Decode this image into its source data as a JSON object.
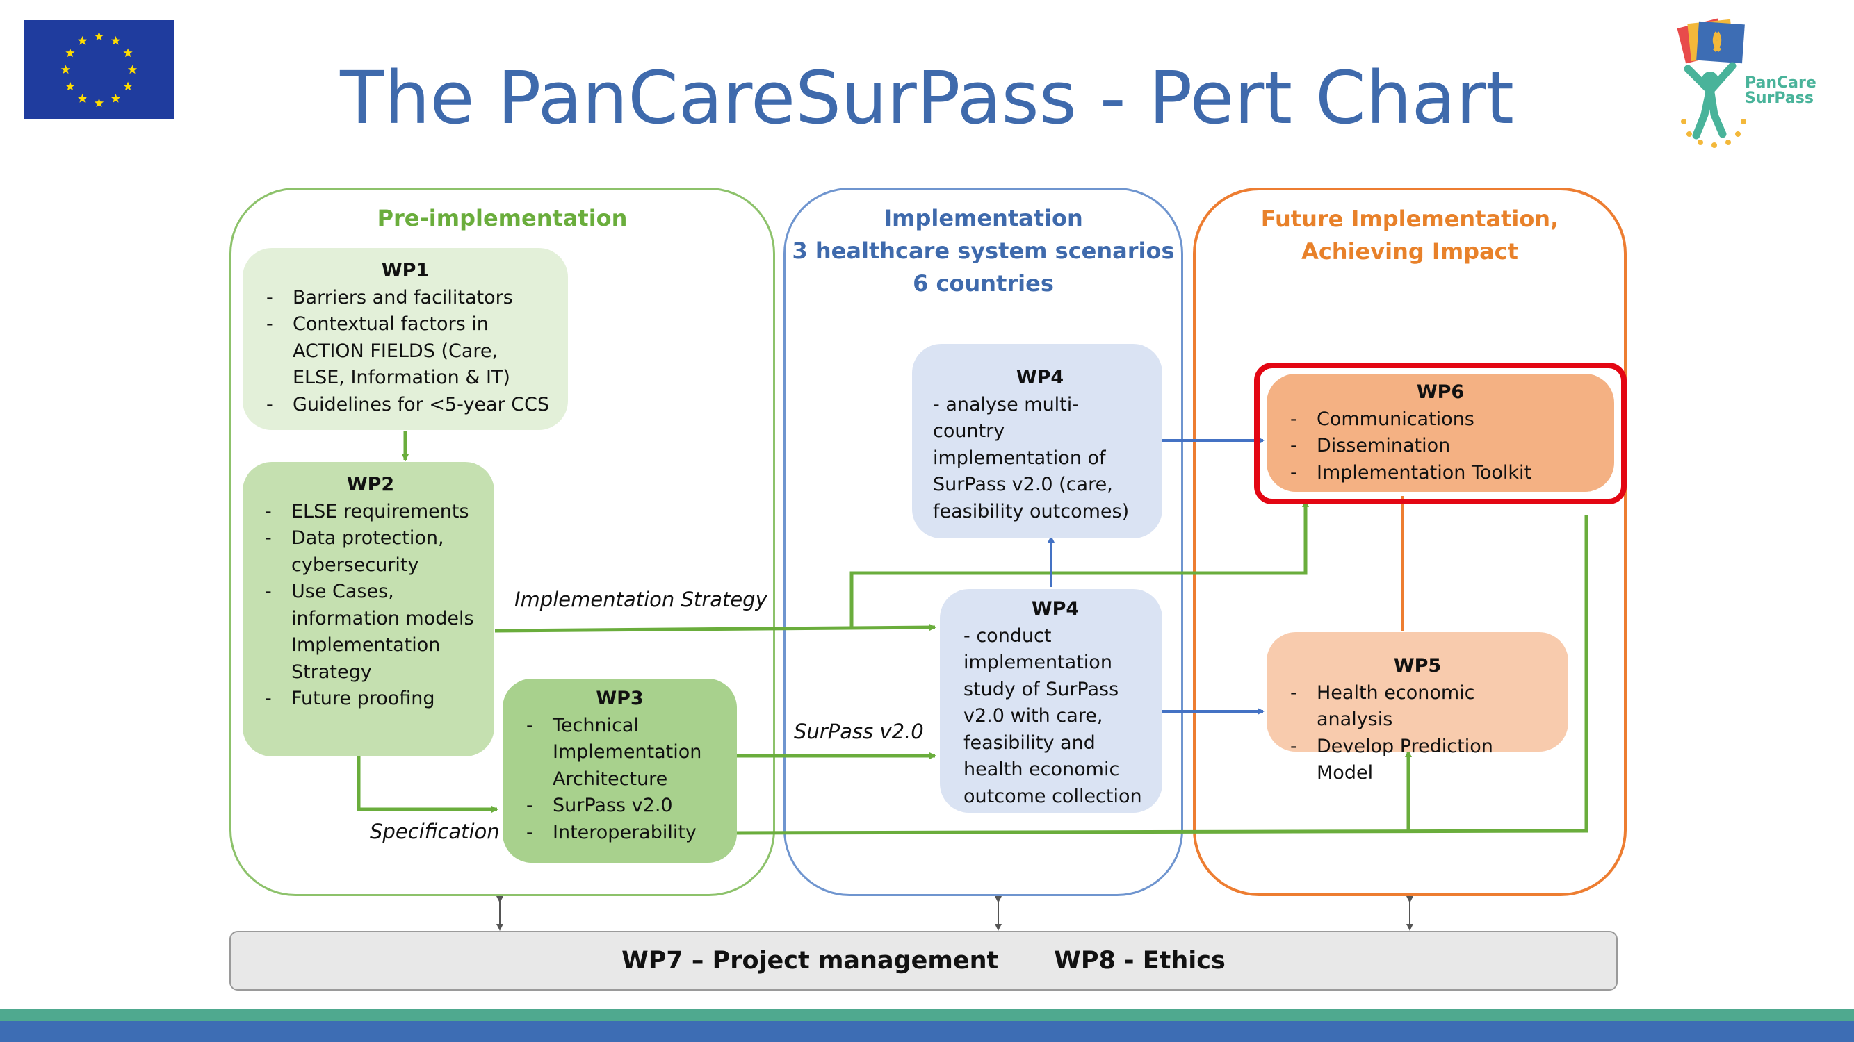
{
  "title": "The PanCareSurPass - Pert Chart",
  "logo": {
    "line1": "PanCare",
    "line2": "SurPass"
  },
  "colors": {
    "green_text": "#6aad3c",
    "blue_text": "#3f6aac",
    "orange_text": "#e8812a",
    "green_arrow": "#6aad3c",
    "blue_arrow": "#4472c4",
    "orange_arrow": "#ed7d31",
    "highlight": "#e30613"
  },
  "phases": {
    "pre": {
      "title": "Pre-implementation"
    },
    "impl": {
      "title_lines": [
        "Implementation",
        "3 healthcare system scenarios",
        "6 countries"
      ]
    },
    "future": {
      "title_lines": [
        "Future Implementation,",
        "Achieving Impact"
      ]
    }
  },
  "boxes": {
    "wp1": {
      "label": "WP1",
      "items": [
        "Barriers and facilitators",
        "Contextual factors in ACTION FIELDS (Care, ELSE, Information & IT)",
        "Guidelines for <5-year CCS"
      ]
    },
    "wp2": {
      "label": "WP2",
      "items": [
        "ELSE requirements",
        "Data protection, cybersecurity",
        "Use Cases, information models Implementation Strategy",
        "Future proofing"
      ]
    },
    "wp3": {
      "label": "WP3",
      "items": [
        "Technical Implementation Architecture",
        "SurPass v2.0",
        "Interoperability"
      ]
    },
    "wp4a": {
      "label": "WP4",
      "text": "- analyse multi-country implementation of SurPass v2.0 (care, feasibility outcomes)"
    },
    "wp4b": {
      "label": "WP4",
      "text": "- conduct implementation study of SurPass v2.0 with care, feasibility and health economic outcome collection"
    },
    "wp5": {
      "label": "WP5",
      "items": [
        "Health economic analysis",
        "Develop Prediction Model"
      ]
    },
    "wp6": {
      "label": "WP6",
      "items": [
        "Communications",
        "Dissemination",
        "Implementation Toolkit"
      ]
    }
  },
  "arrow_labels": {
    "implementation_strategy": "Implementation Strategy",
    "surpass": "SurPass v2.0",
    "specification": "Specification"
  },
  "bottom_bar": {
    "wp7": "WP7 – Project management",
    "wp8": "WP8 - Ethics"
  }
}
